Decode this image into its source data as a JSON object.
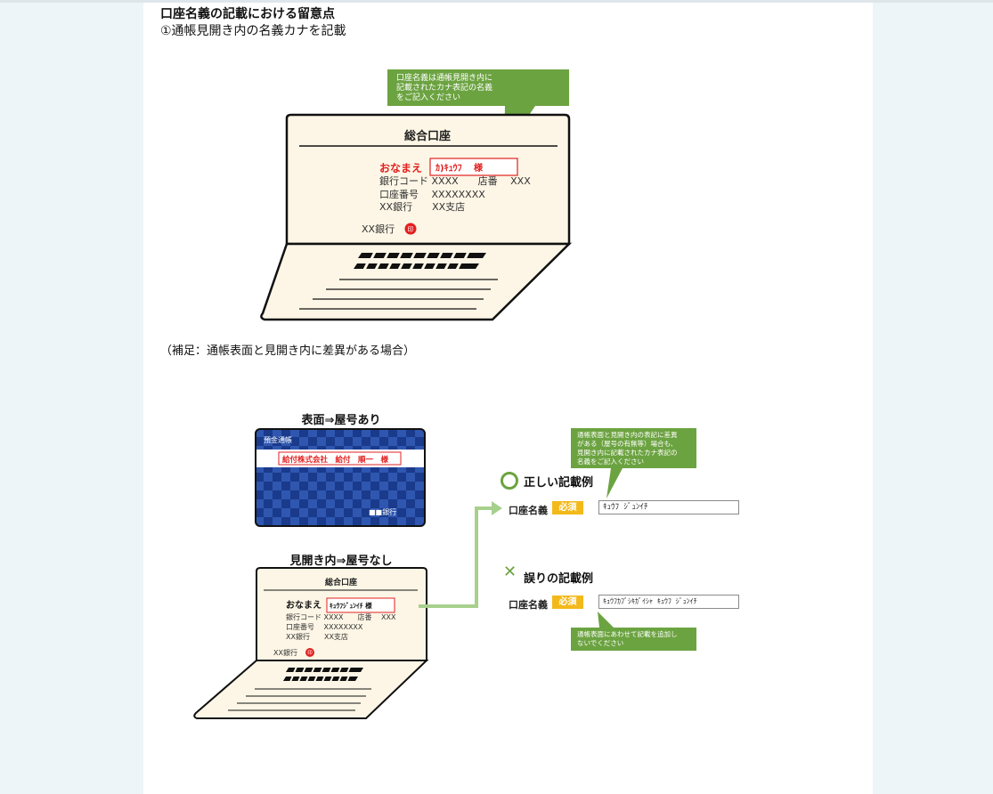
{
  "heading": "口座名義の記載における留意点",
  "subheading": "①通帳見開き内の名義カナを記載",
  "colors": {
    "green": "#6ca341",
    "red": "#e22020",
    "badge": "#f3b91a",
    "navy": "#1a3a8c",
    "cream": "#fdf6e6"
  },
  "book1": {
    "callout": [
      "口座名義は通帳見開き内に",
      "記載されたカナ表記の名義",
      "をご記入ください"
    ],
    "title": "総合口座",
    "name_label": "おなまえ",
    "name_value": "ｶ)ｷｭｳﾌ　 様",
    "bank_code": "銀行コード XXXX　　店番　 XXX",
    "account_no": "口座番号　 XXXXXXXX",
    "branch": "XX銀行　　XX支店",
    "bank_seal": "XX銀行",
    "seal_char": "印"
  },
  "supplement": "（補足：通帳表面と見開き内に差異がある場合）",
  "cover": {
    "heading": "表面⇒屋号あり",
    "top_label": "預金通帳",
    "name": "給付株式会社　給付　順一　様",
    "bank": "■■銀行"
  },
  "inner": {
    "heading": "見開き内⇒屋号なし",
    "title": "総合口座",
    "name_label": "おなまえ",
    "name_value": "ｷｭｳﾌｼﾞｭﾝｲﾁ 様",
    "bank_code": "銀行コード XXXX　　店番　 XXX",
    "account_no": "口座番号　 XXXXXXXX",
    "branch": "XX銀行　　XX支店",
    "bank_seal": "XX銀行",
    "seal_char": "印"
  },
  "correct": {
    "callout": [
      "通帳表面と見開き内の表記に差異",
      "がある（屋号の有無等）場合も、",
      "見開き内に記載されたカナ表記の",
      "名義をご記入ください"
    ],
    "mark": "○",
    "title": "正しい記載例",
    "label": "口座名義",
    "badge": "必須",
    "value": "ｷｭｳﾌ ｼﾞｭﾝｲﾁ"
  },
  "wrong": {
    "mark": "✕",
    "title": "誤りの記載例",
    "label": "口座名義",
    "badge": "必須",
    "value": "ｷｭｳﾌｶﾌﾞｼｷｶﾞｲｼｬ ｷｭｳﾌ ｼﾞｭﾝｲﾁ",
    "callout": [
      "通帳表面にあわせて記載を追加し",
      "ないでください"
    ]
  }
}
